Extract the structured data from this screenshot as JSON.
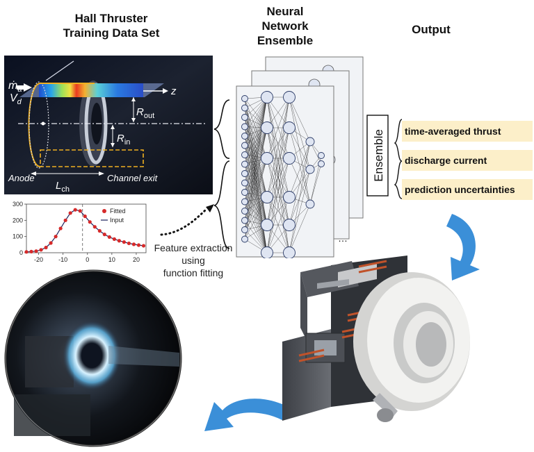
{
  "titles": {
    "left_l1": "Hall Thruster",
    "left_l2": "Training Data Set",
    "center_l1": "Neural",
    "center_l2": "Network",
    "center_l3": "Ensemble",
    "right": "Output"
  },
  "schematic": {
    "mdot": "ṁ",
    "mdot_sub": "a",
    "vd": "V",
    "vd_sub": "d",
    "z": "z",
    "rout": "R",
    "rout_sub": "out",
    "rin": "R",
    "rin_sub": "in",
    "anode": "Anode",
    "lch": "L",
    "lch_sub": "ch",
    "channel_exit": "Channel exit"
  },
  "ensemble": {
    "label": "Ensemble",
    "outputs": [
      "time-averaged thrust",
      "discharge current",
      "prediction uncertainties"
    ],
    "dots": "…"
  },
  "feature_extraction": {
    "l1": "Feature extraction",
    "l2": "using",
    "l3": "function fitting"
  },
  "chart_data": {
    "type": "line",
    "x_ticks": [
      -20,
      -10,
      0,
      10,
      20
    ],
    "y_ticks": [
      0,
      100,
      200,
      300
    ],
    "xlim": [
      -25,
      24
    ],
    "ylim": [
      0,
      300
    ],
    "legend": [
      "Fitted",
      "Input"
    ],
    "legend_position": "top-right",
    "vline_x": -2,
    "series": [
      {
        "name": "Fitted",
        "x": [
          -25,
          -23,
          -21,
          -19,
          -17,
          -15,
          -13,
          -11,
          -9,
          -7,
          -5,
          -3,
          -1,
          1,
          3,
          5,
          7,
          9,
          11,
          13,
          15,
          17,
          19,
          21,
          23
        ],
        "y": [
          5,
          7,
          10,
          18,
          32,
          60,
          100,
          150,
          200,
          245,
          265,
          258,
          225,
          190,
          160,
          135,
          113,
          97,
          84,
          74,
          66,
          58,
          52,
          47,
          43
        ]
      },
      {
        "name": "Input",
        "x": [
          -25,
          -23,
          -21,
          -19,
          -17,
          -15,
          -13,
          -11,
          -9,
          -7,
          -5,
          -3,
          -1,
          1,
          3,
          5,
          7,
          9,
          11,
          13,
          15,
          17,
          19,
          21,
          23
        ],
        "y": [
          5,
          7,
          10,
          18,
          32,
          60,
          100,
          150,
          200,
          245,
          265,
          258,
          225,
          190,
          160,
          135,
          113,
          97,
          84,
          74,
          66,
          58,
          52,
          47,
          43
        ]
      }
    ]
  }
}
